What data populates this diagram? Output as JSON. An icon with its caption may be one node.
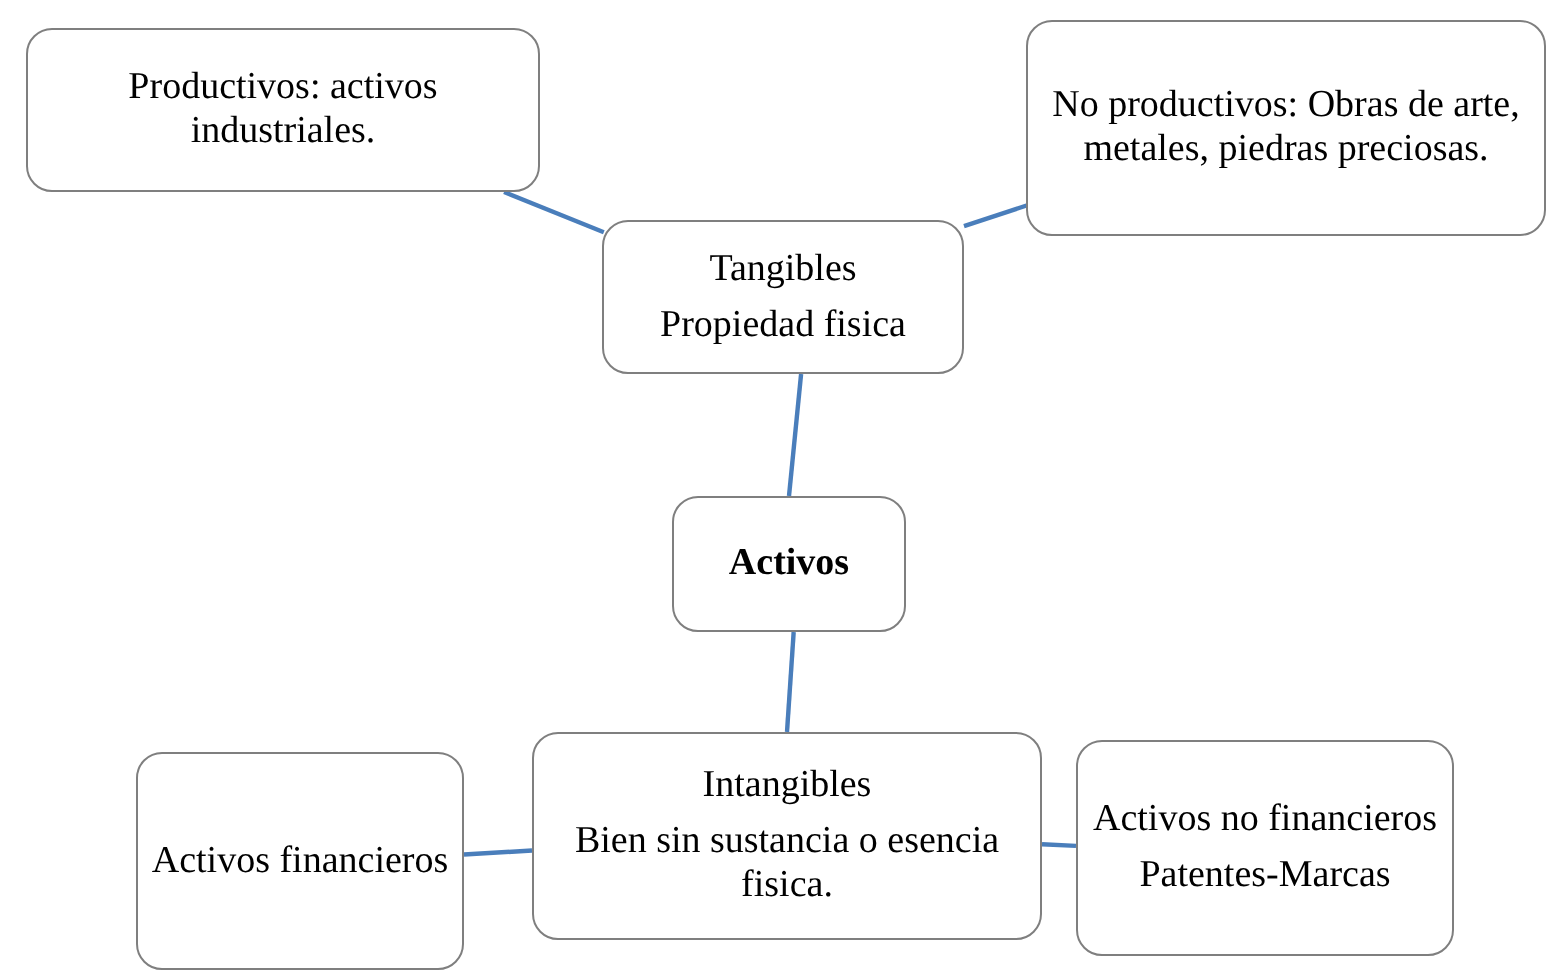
{
  "diagram": {
    "nodes": [
      {
        "text": [
          "Productivos: activos industriales."
        ]
      },
      {
        "text": [
          "No productivos: Obras de arte, metales, piedras preciosas."
        ]
      },
      {
        "text": [
          "Tangibles",
          "Propiedad fisica"
        ]
      },
      {
        "text": [
          "Activos"
        ]
      },
      {
        "text": [
          "Intangibles",
          "Bien sin sustancia o esencia fisica."
        ]
      },
      {
        "text": [
          "Activos financieros"
        ]
      },
      {
        "text": [
          "Activos no financieros",
          "Patentes-Marcas"
        ]
      }
    ],
    "edges": [
      {
        "from": 2,
        "to": 0,
        "arrow": "none"
      },
      {
        "from": 2,
        "to": 1,
        "arrow": "none"
      },
      {
        "from": 3,
        "to": 2,
        "arrow": "none"
      },
      {
        "from": 3,
        "to": 4,
        "arrow": "none"
      },
      {
        "from": 4,
        "to": 5,
        "arrow": "none"
      },
      {
        "from": 4,
        "to": 6,
        "arrow": "none"
      }
    ]
  }
}
